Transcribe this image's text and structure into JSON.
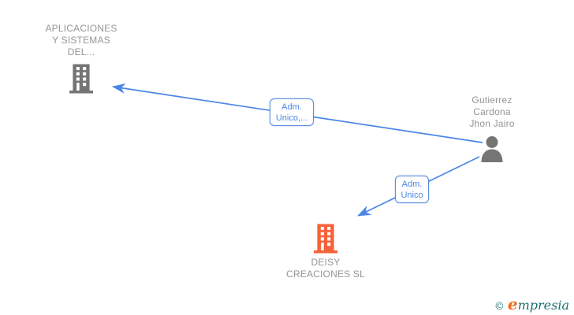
{
  "colors": {
    "edge_blue": "#4a86e8",
    "node_icon_gray": "#757575",
    "node_label_gray": "#959595",
    "company_orange": "#f6623a",
    "logo_teal": "#1e6f6f",
    "logo_orange": "#f26c21"
  },
  "nodes": [
    {
      "id": "aplicaciones-y-sistemas",
      "type": "company",
      "icon": "building-icon",
      "label_lines": [
        "APLICACIONES",
        "Y SISTEMAS",
        "DEL..."
      ]
    },
    {
      "id": "gutierrez-cardona-jhon-jairo",
      "type": "person",
      "icon": "person-icon",
      "label_lines": [
        "Gutierrez",
        "Cardona",
        "Jhon Jairo"
      ]
    },
    {
      "id": "deisy-creaciones-sl",
      "type": "company",
      "icon": "building-icon",
      "label_lines": [
        "DEISY",
        "CREACIONES SL"
      ]
    }
  ],
  "edges": [
    {
      "from": "gutierrez-cardona-jhon-jairo",
      "to": "aplicaciones-y-sistemas",
      "label_lines": [
        "Adm.",
        "Unico,..."
      ]
    },
    {
      "from": "gutierrez-cardona-jhon-jairo",
      "to": "deisy-creaciones-sl",
      "label_lines": [
        "Adm.",
        "Unico"
      ]
    }
  ],
  "footer": {
    "copyright_symbol": "©",
    "brand_initial": "e",
    "brand_rest": "mpresia"
  }
}
